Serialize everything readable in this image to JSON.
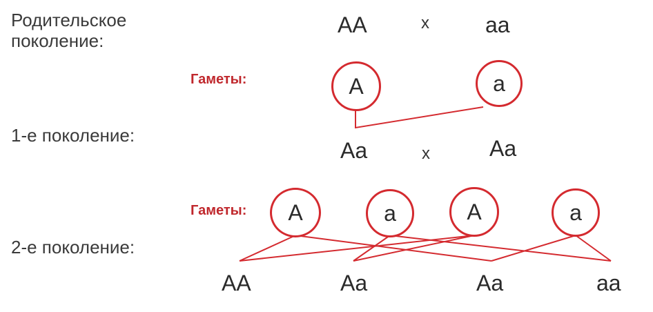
{
  "labels": {
    "parental": [
      "Родительское",
      "поколение:"
    ],
    "gametes": "Гаметы:",
    "gen1": "1-е поколение:",
    "gen2": "2-е поколение:"
  },
  "parents": {
    "left": "AA",
    "cross": "x",
    "right": "aa"
  },
  "gametes1": [
    "A",
    "a"
  ],
  "f1": {
    "left": "Aa",
    "cross": "x",
    "right": "Aa"
  },
  "gametes2": [
    "A",
    "a",
    "A",
    "a"
  ],
  "f2": [
    "AA",
    "Aa",
    "Aa",
    "aa"
  ],
  "colors": {
    "accent": "#d42a2f",
    "text": "#2b2b2b"
  }
}
